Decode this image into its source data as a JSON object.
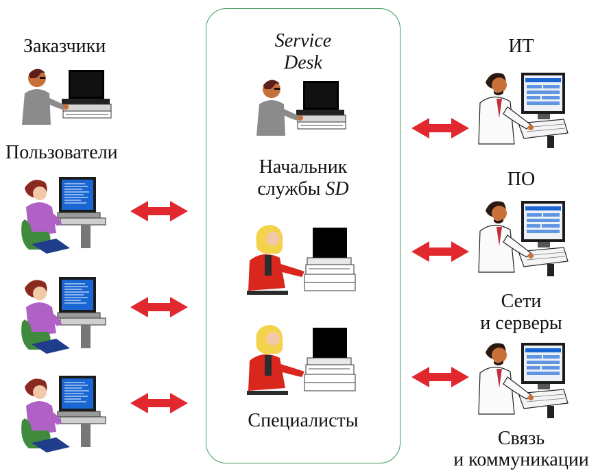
{
  "left": {
    "customers_label": "Заказчики",
    "users_label": "Пользователи"
  },
  "center": {
    "title_line1": "Service",
    "title_line2": "Desk",
    "head_label_line1": "Начальник",
    "head_label_line2_prefix": "службы ",
    "head_label_line2_italic": "SD",
    "specialists_label": "Специалисты"
  },
  "right": {
    "it_label": "ИТ",
    "software_label": "ПО",
    "networks_label_line1": "Сети",
    "networks_label_line2": "и серверы",
    "comm_label_line1": "Связь",
    "comm_label_line2": "и коммуникации"
  },
  "colors": {
    "arrow": "#e0282e",
    "box_border": "#3a9a5b",
    "woman_shirt": "#b061c6",
    "woman_hair": "#8a2a1f",
    "blonde_hair": "#f3d34b",
    "red_jacket": "#d9271e",
    "monitor_blue": "#1a66d2"
  },
  "icons": [
    "customer-workstation-icon",
    "user-workstation-icon",
    "head-workstation-icon",
    "specialist-workstation-icon",
    "it-workstation-icon",
    "bidirectional-arrow-icon"
  ]
}
